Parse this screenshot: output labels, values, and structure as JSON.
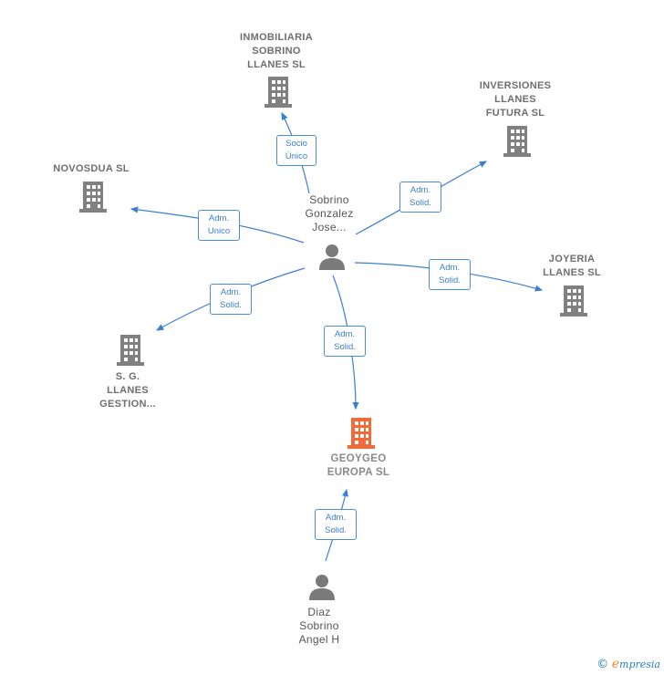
{
  "nodes": {
    "inmobiliaria": {
      "label": "INMOBILIARIA\nSOBRINO\nLLANES  SL",
      "icon": "building-icon"
    },
    "inversiones": {
      "label": "INVERSIONES\nLLANES\nFUTURA  SL",
      "icon": "building-icon"
    },
    "novosdua": {
      "label": "NOVOSDUA  SL",
      "icon": "building-icon"
    },
    "joyeria": {
      "label": "JOYERIA\nLLANES  SL",
      "icon": "building-icon"
    },
    "sg_llanes": {
      "label": "S.  G.\nLLANES\nGESTION...",
      "icon": "building-icon"
    },
    "geoygeo": {
      "label": "GEOYGEO\nEUROPA  SL",
      "icon": "building-icon",
      "color": "#f06a3a"
    },
    "sobrino": {
      "label": "Sobrino\nGonzalez\nJose...",
      "icon": "person-icon"
    },
    "diaz": {
      "label": "Diaz\nSobrino\nAngel H",
      "icon": "person-icon"
    }
  },
  "edges": {
    "to_inmobiliaria": "Socio\nÚnico",
    "to_inversiones": "Adm.\nSolid.",
    "to_novosdua": "Adm.\nUnico",
    "to_joyeria": "Adm.\nSolid.",
    "to_sg_llanes": "Adm.\nSolid.",
    "to_geoygeo": "Adm.\nSolid.",
    "diaz_to_geoygeo": "Adm.\nSolid."
  },
  "colors": {
    "edge": "#3b7fd3",
    "building": "#808080",
    "main_building": "#f06a3a",
    "person": "#7a7a7a"
  },
  "footer": {
    "copyright": "©",
    "brand_first": "e",
    "brand_rest": "mpresia"
  }
}
